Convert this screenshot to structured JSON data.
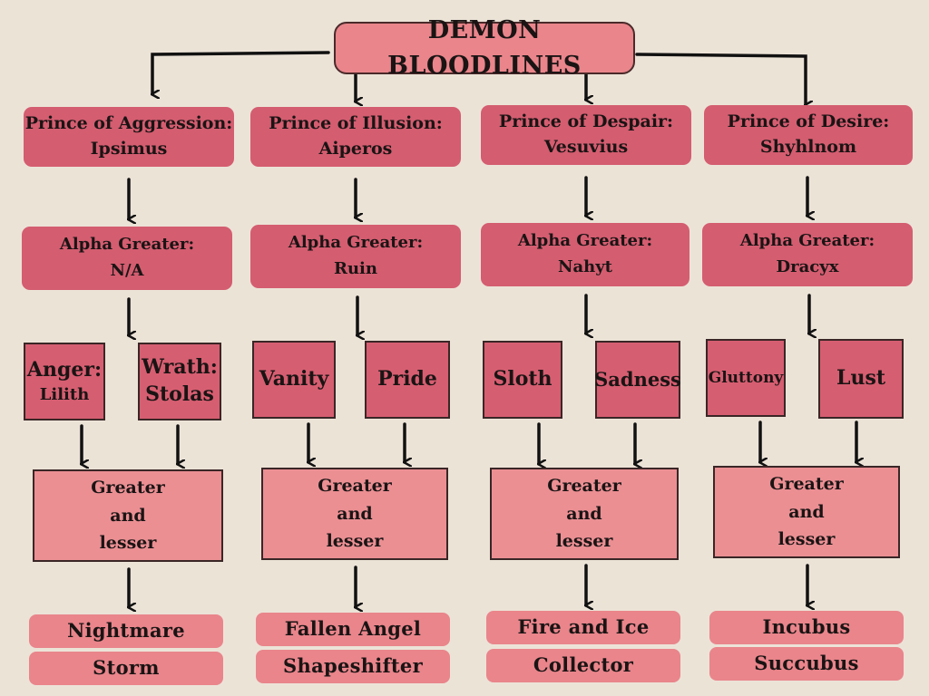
{
  "title": "DEMON BLOODLINES",
  "columns": [
    {
      "prince_title": "Prince of Aggression:",
      "prince_name": "Ipsimus",
      "alpha_label": "Alpha Greater:",
      "alpha_name": "N/A",
      "sin1_line1": "Anger:",
      "sin1_line2": "Lilith",
      "sin2_line1": "Wrath:",
      "sin2_line2": "Stolas",
      "group_line1": "Greater",
      "group_line2": "and",
      "group_line3": "lesser",
      "bloodline1": "Nightmare",
      "bloodline2": "Storm"
    },
    {
      "prince_title": "Prince of Illusion:",
      "prince_name": "Aiperos",
      "alpha_label": "Alpha Greater:",
      "alpha_name": "Ruin",
      "sin1": "Vanity",
      "sin2": "Pride",
      "group_line1": "Greater",
      "group_line2": "and",
      "group_line3": "lesser",
      "bloodline1": "Fallen Angel",
      "bloodline2": "Shapeshifter"
    },
    {
      "prince_title": "Prince of Despair:",
      "prince_name": "Vesuvius",
      "alpha_label": "Alpha Greater:",
      "alpha_name": "Nahyt",
      "sin1": "Sloth",
      "sin2": "Sadness",
      "group_line1": "Greater",
      "group_line2": "and",
      "group_line3": "lesser",
      "bloodline1": "Fire and Ice",
      "bloodline2": "Collector"
    },
    {
      "prince_title": "Prince of Desire:",
      "prince_name": "Shyhlnom",
      "alpha_label": "Alpha Greater:",
      "alpha_name": "Dracyx",
      "sin1": "Gluttony",
      "sin2": "Lust",
      "group_line1": "Greater",
      "group_line2": "and",
      "group_line3": "lesser",
      "bloodline1": "Incubus",
      "bloodline2": "Succubus"
    }
  ]
}
